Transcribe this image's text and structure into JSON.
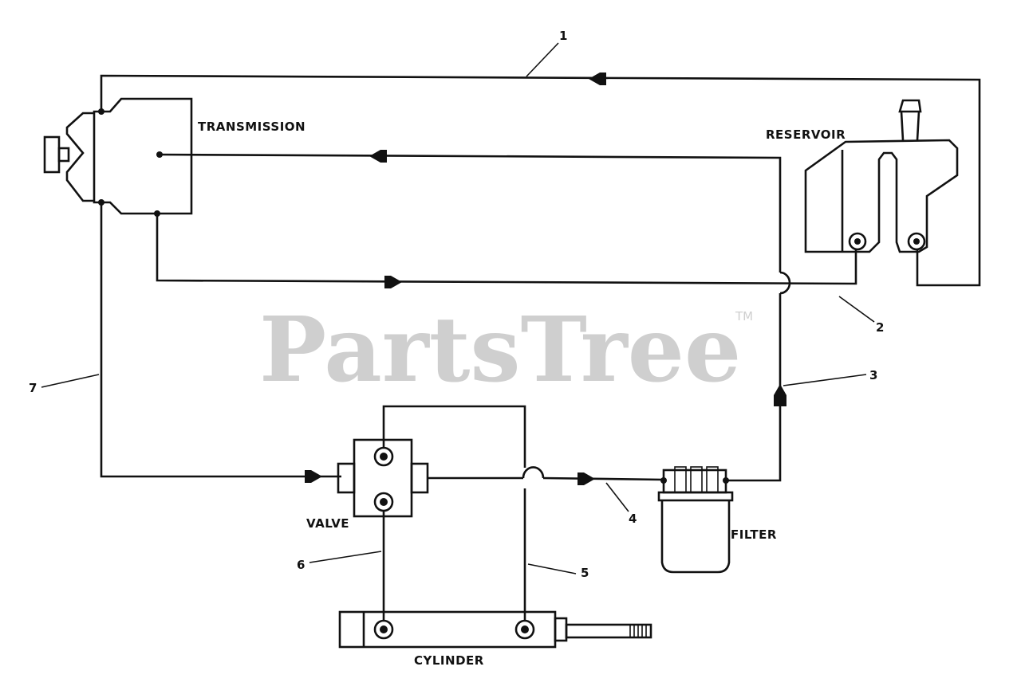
{
  "watermark": {
    "text": "PartsTree",
    "trademark": "TM"
  },
  "components": {
    "transmission": "TRANSMISSION",
    "reservoir": "RESERVOIR",
    "valve": "VALVE",
    "filter": "FILTER",
    "cylinder": "CYLINDER"
  },
  "callouts": [
    "1",
    "2",
    "3",
    "4",
    "5",
    "6",
    "7"
  ]
}
